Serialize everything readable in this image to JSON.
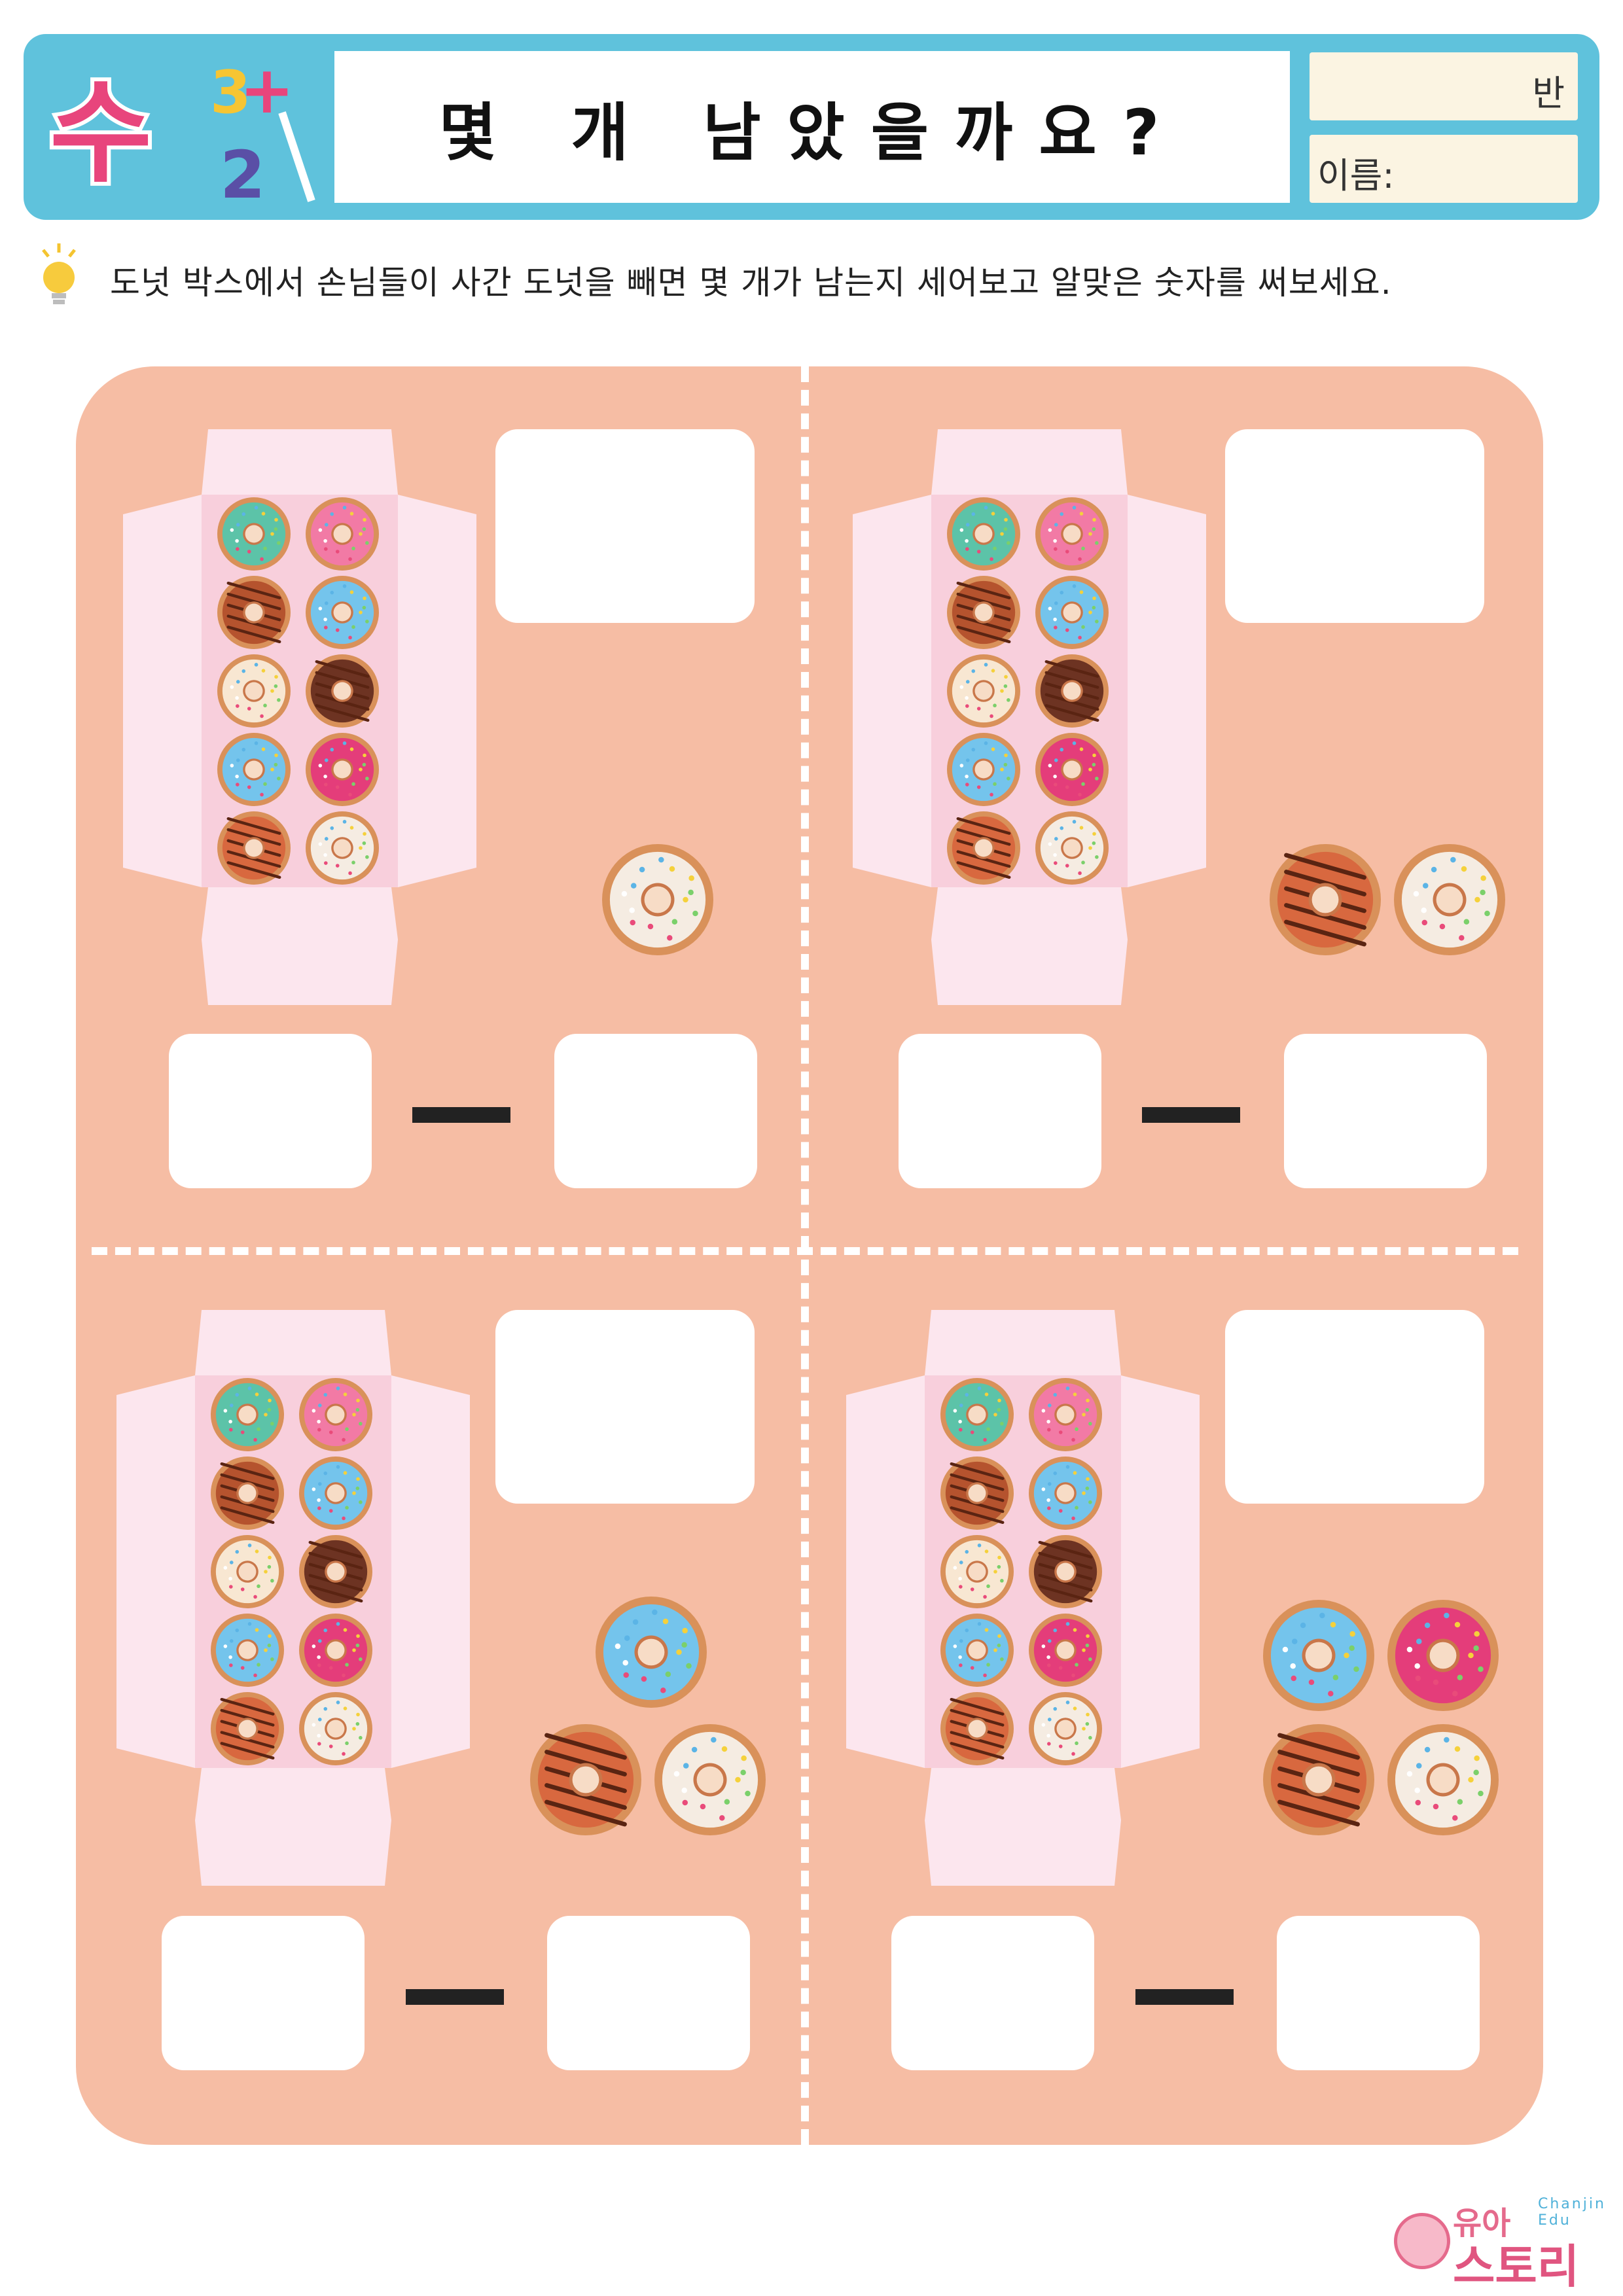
{
  "header": {
    "logo_text": "수",
    "title": "몇 개 남았을까요?",
    "class_label": "반",
    "name_label": "이름:"
  },
  "instruction": "도넛 박스에서 손님들이 사간 도넛을 빼면 몇 개가 남는지 세어보고 알맞은 숫자를 써보세요.",
  "colors": {
    "header_bg": "#5fc2dc",
    "board_bg": "#f6bda4",
    "box_pink": "#fde2ea",
    "field_bg": "#fbf4e2"
  },
  "problems": [
    {
      "box_donuts": 10,
      "bought_donuts": 1,
      "minus_sign": "—"
    },
    {
      "box_donuts": 10,
      "bought_donuts": 2,
      "minus_sign": "—"
    },
    {
      "box_donuts": 10,
      "bought_donuts": 3,
      "minus_sign": "—"
    },
    {
      "box_donuts": 10,
      "bought_donuts": 4,
      "minus_sign": "—"
    }
  ],
  "brand": {
    "line1": "유아",
    "line2": "스토리",
    "sub": "Chanjin Edu"
  }
}
